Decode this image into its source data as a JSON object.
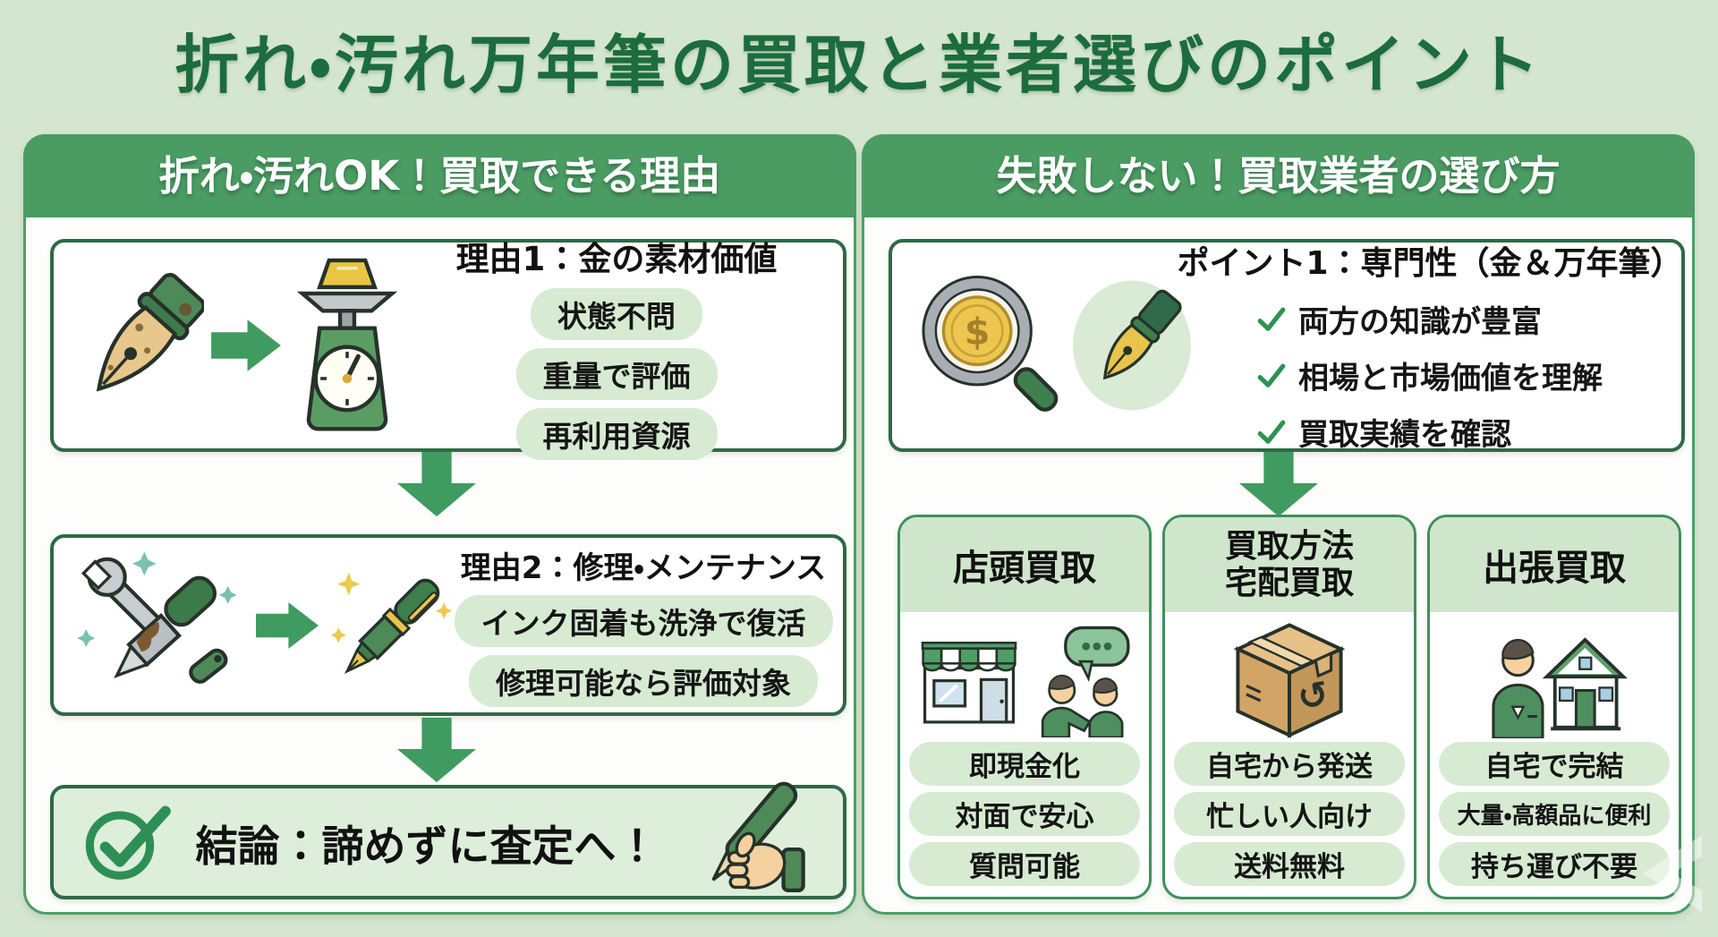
{
  "title": "折れ・汚れ万年筆の買取と業者選びのポイント",
  "left_panel": {
    "header": "折れ・汚れOK！買取できる理由",
    "reason1": {
      "title": "理由1：金の素材価値",
      "tags": [
        "状態不問",
        "重量で評価",
        "再利用資源"
      ]
    },
    "reason2": {
      "title": "理由2：修理・メンテナンス",
      "tags": [
        "インク固着も洗浄で復活",
        "修理可能なら評価対象"
      ]
    },
    "conclusion": "結論：諦めずに査定へ！"
  },
  "right_panel": {
    "header": "失敗しない！買取業者の選び方",
    "point1": {
      "title": "ポイント1：専門性（金＆万年筆）",
      "checks": [
        "両方の知識が豊富",
        "相場と市場価値を理解",
        "買取実績を確認"
      ]
    },
    "methods": [
      {
        "title": "店頭買取",
        "tags": [
          "即現金化",
          "対面で安心",
          "質問可能"
        ]
      },
      {
        "label": "買取方法",
        "title": "宅配買取",
        "tags": [
          "自宅から発送",
          "忙しい人向け",
          "送料無料"
        ]
      },
      {
        "title": "出張買取",
        "tags": [
          "自宅で完結",
          "大量・高額品に便利",
          "持ち運び不要"
        ]
      }
    ]
  },
  "icons": {
    "coin_symbol": "$",
    "box_return_symbol": "↺"
  },
  "colors": {
    "page_bg": "#d5e6d0",
    "header_green": "#4a9c63",
    "title_green": "#1c6c40",
    "border_dark": "#2d6a45",
    "pill_green": "#d7ebd3",
    "arrow_green": "#3f9b5f",
    "gold": "#e8c542",
    "panel_border": "#4e9e66",
    "col_header_bg": "#d0e6cc",
    "conclusion_bg": "#ddeeda"
  }
}
